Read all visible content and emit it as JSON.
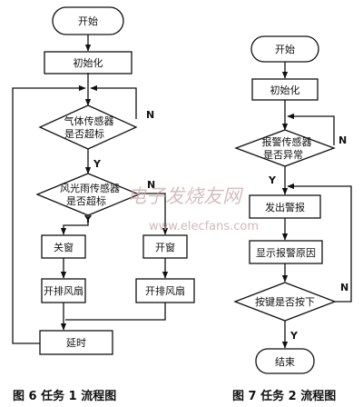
{
  "figure6": {
    "start": "开始",
    "init": "初始化",
    "gas_check": [
      "气体传感器",
      "是否超标"
    ],
    "wind_check": [
      "风光雨传感器",
      "是否超标"
    ],
    "close_window": "关窗",
    "open_window": "开窗",
    "fan_left": "开排风扇",
    "fan_right": "开排风扇",
    "delay": "延时",
    "yes1": "Y",
    "no1": "N",
    "yes2": "Y",
    "no2": "N",
    "caption": "图 6   任务 1 流程图"
  },
  "figure7": {
    "start": "开始",
    "init": "初始化",
    "alarm_check": [
      "报警传感器",
      "是否异常"
    ],
    "alarm": "发出警报",
    "show_reason": "显示报警原因",
    "key_check": "按键是否按下",
    "end": "结束",
    "yes1": "Y",
    "no1": "N",
    "yes2": "Y",
    "no2": "N",
    "caption": "图 7   任务 2 流程图"
  },
  "watermark": {
    "text": "电子发烧友网",
    "url": "www.elecfans.com"
  }
}
